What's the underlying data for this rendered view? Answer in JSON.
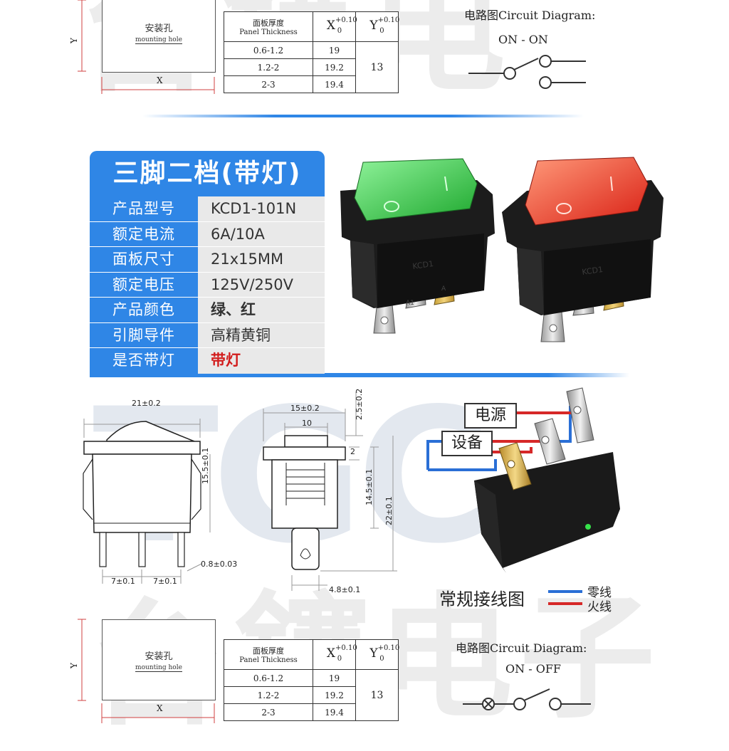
{
  "watermark": {
    "brand": "TGC",
    "chars": [
      "台",
      "鑳",
      "电",
      "子"
    ]
  },
  "top_table": {
    "mounting_hole_cn": "安装孔",
    "mounting_hole_en": "mounting hole",
    "dim_x": "X",
    "dim_y": "Y",
    "header_thickness_cn": "面板厚度",
    "header_thickness_en": "Panel Thickness",
    "header_x_base": "X",
    "header_x_sup": "+0.10",
    "header_x_sub": "0",
    "header_y_base": "Y",
    "header_y_sup": "+0.10",
    "header_y_sub": "0",
    "rows": [
      {
        "thickness": "0.6-1.2",
        "x": "19"
      },
      {
        "thickness": "1.2-2",
        "x": "19.2"
      },
      {
        "thickness": "2-3",
        "x": "19.4"
      }
    ],
    "y_value": "13"
  },
  "top_circuit": {
    "title": "电路图Circuit Diagram:",
    "mode": "ON - ON"
  },
  "spec": {
    "title": "三脚二档(带灯)",
    "rows": [
      {
        "key": "产品型号",
        "value": "KCD1-101N"
      },
      {
        "key": "额定电流",
        "value": "6A/10A"
      },
      {
        "key": "面板尺寸",
        "value": "21x15MM"
      },
      {
        "key": "额定电压",
        "value": "125V/250V"
      },
      {
        "key": "产品颜色",
        "value": "绿、红"
      },
      {
        "key": "引脚导件",
        "value": "高精黄铜"
      },
      {
        "key": "是否带灯",
        "value": "带灯"
      }
    ]
  },
  "product_images": {
    "green_label": "KCD1",
    "red_label": "KCD1",
    "terminal_a1": "A1",
    "terminal_a": "A",
    "green_color": "#2ecc40",
    "red_color": "#e8291c"
  },
  "drawing": {
    "side_width": "21±0.2",
    "side_height": "15.5±0.1",
    "pin_spacing_1": "7±0.1",
    "pin_spacing_2": "7±0.1",
    "pin_thickness": "0.8±0.03",
    "front_width": "15±0.2",
    "front_inner": "10",
    "front_top": "2.5±0.2",
    "front_gap": "2",
    "front_body": "14.5±0.1",
    "front_total": "22±0.1",
    "pin_width": "4.8±0.1"
  },
  "wiring": {
    "power_label": "电源",
    "device_label": "设备",
    "diagram_title": "常规接线图",
    "neutral": "零线",
    "live": "火线",
    "neutral_color": "#2a6fd6",
    "live_color": "#d62828"
  },
  "bottom_table": {
    "mounting_hole_cn": "安装孔",
    "mounting_hole_en": "mounting hole",
    "dim_x": "X",
    "dim_y": "Y",
    "header_thickness_cn": "面板厚度",
    "header_thickness_en": "Panel Thickness",
    "header_x_base": "X",
    "header_x_sup": "+0.10",
    "header_x_sub": "0",
    "header_y_base": "Y",
    "header_y_sup": "+0.10",
    "header_y_sub": "0",
    "rows": [
      {
        "thickness": "0.6-1.2",
        "x": "19"
      },
      {
        "thickness": "1.2-2",
        "x": "19.2"
      },
      {
        "thickness": "2-3",
        "x": "19.4"
      }
    ],
    "y_value": "13"
  },
  "bottom_circuit": {
    "title": "电路图Circuit Diagram:",
    "mode": "ON - OFF"
  }
}
